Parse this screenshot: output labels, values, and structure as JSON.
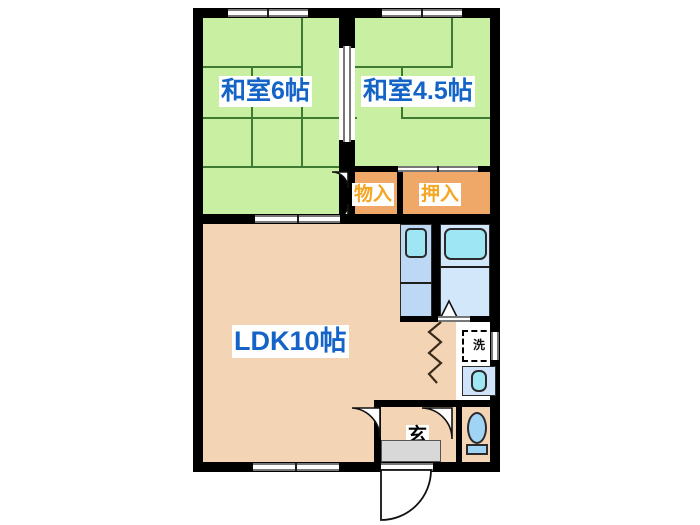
{
  "plan": {
    "title": "Apartment floor plan 2K/2DK",
    "layout_code": "2K",
    "colors": {
      "wall": "#000000",
      "tatami": "#c9f0a2",
      "ldk_floor": "#f3d4b5",
      "closet": "#f0a868",
      "bath_floor": "#e2edfb",
      "fixture_blue": "#9fe6f5",
      "label_blue": "#1464c8",
      "label_orange": "#f5a623",
      "background": "#ffffff"
    },
    "rooms": [
      {
        "id": "washitsu-6",
        "label": "和室6帖",
        "type": "tatami-room",
        "size_jo": 6,
        "label_color": "#1464c8"
      },
      {
        "id": "washitsu-45",
        "label": "和室4.5帖",
        "type": "tatami-room",
        "size_jo": 4.5,
        "label_color": "#1464c8"
      },
      {
        "id": "ldk",
        "label": "LDK10帖",
        "type": "living-dining-kitchen",
        "size_jo": 10,
        "label_color": "#1464c8"
      }
    ],
    "storage": [
      {
        "id": "monoire",
        "label": "物入",
        "type": "storage-closet",
        "label_color": "#f5a623"
      },
      {
        "id": "oshiire",
        "label": "押入",
        "type": "futon-closet",
        "label_color": "#f5a623"
      }
    ],
    "fixtures": [
      {
        "id": "washer",
        "label": "洗",
        "type": "washing-machine-space"
      },
      {
        "id": "genkan",
        "label": "玄",
        "type": "entrance"
      },
      {
        "id": "kitchen-sink",
        "label": "",
        "type": "kitchen-sink"
      },
      {
        "id": "bathtub",
        "label": "",
        "type": "bathtub"
      },
      {
        "id": "washbasin",
        "label": "",
        "type": "washbasin"
      },
      {
        "id": "toilet",
        "label": "",
        "type": "toilet"
      }
    ]
  }
}
